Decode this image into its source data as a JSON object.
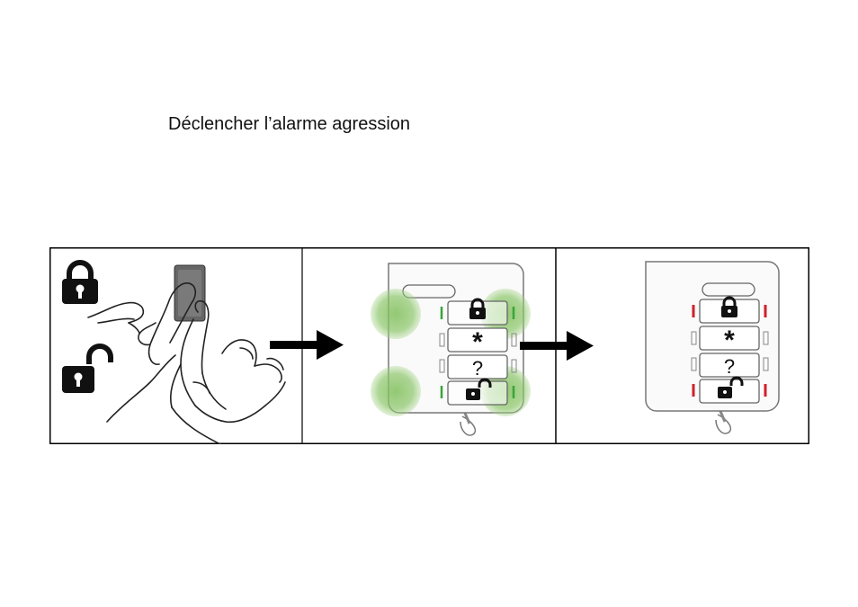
{
  "document": {
    "title": "Déclencher l’alarme agression"
  },
  "steps": [
    {
      "icons": [
        "lock-icon",
        "unlock-icon"
      ],
      "action": "press-lock-and-unlock-simultaneously"
    },
    {
      "leds": "green",
      "highlighted_buttons": [
        "lock",
        "unlock"
      ]
    },
    {
      "leds": "red"
    }
  ],
  "keyfob": {
    "buttons": [
      "lock-icon",
      "*",
      "?",
      "unlock-icon"
    ]
  },
  "colors": {
    "led_green": "#3aa33a",
    "glow_green": "#8cc66a",
    "led_red": "#d0202a",
    "outline": "#000000",
    "device_stroke": "#777777"
  }
}
